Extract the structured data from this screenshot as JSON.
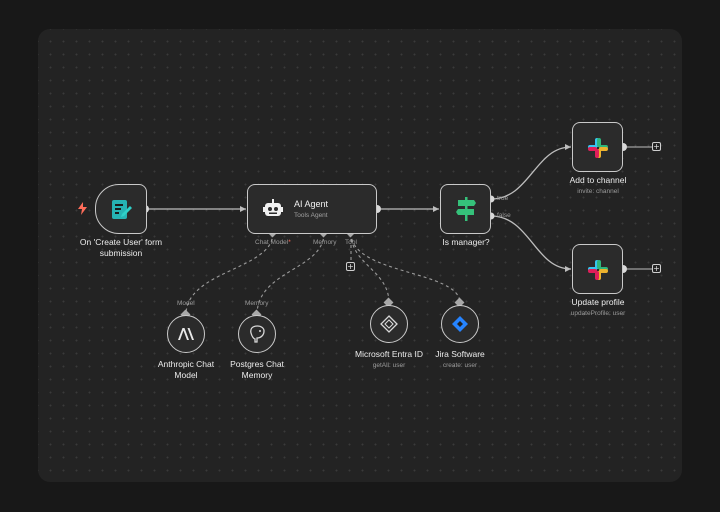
{
  "trigger": {
    "label": "On 'Create User' form submission",
    "icon": "form-icon",
    "bolt_icon": "lightning-icon",
    "accent": "#ff6d5a"
  },
  "agent": {
    "title": "AI Agent",
    "subtitle": "Tools Agent",
    "icon": "robot-icon",
    "ports": {
      "chat_model": "Chat Model",
      "required_mark": "*",
      "memory": "Memory",
      "tool": "Tool"
    }
  },
  "switch": {
    "label": "Is manager?",
    "icon": "signpost-icon",
    "true_label": "true",
    "false_label": "false",
    "accent": "#35c17a"
  },
  "slack_add": {
    "label": "Add to channel",
    "subtitle": "invite: channel",
    "icon": "slack-icon"
  },
  "slack_update": {
    "label": "Update profile",
    "subtitle": "updateProfile: user",
    "icon": "slack-icon"
  },
  "anthropic": {
    "port_label": "Model",
    "label_line1": "Anthropic Chat",
    "label_line2": "Model",
    "icon": "anthropic-icon"
  },
  "postgres": {
    "port_label": "Memory",
    "label_line1": "Postgres Chat",
    "label_line2": "Memory",
    "icon": "postgres-icon"
  },
  "entra": {
    "label": "Microsoft Entra ID",
    "subtitle": "getAll: user",
    "icon": "entra-icon"
  },
  "jira": {
    "label": "Jira Software",
    "subtitle": "create: user",
    "icon": "jira-icon",
    "accent": "#2684ff"
  },
  "add_symbol": "+"
}
